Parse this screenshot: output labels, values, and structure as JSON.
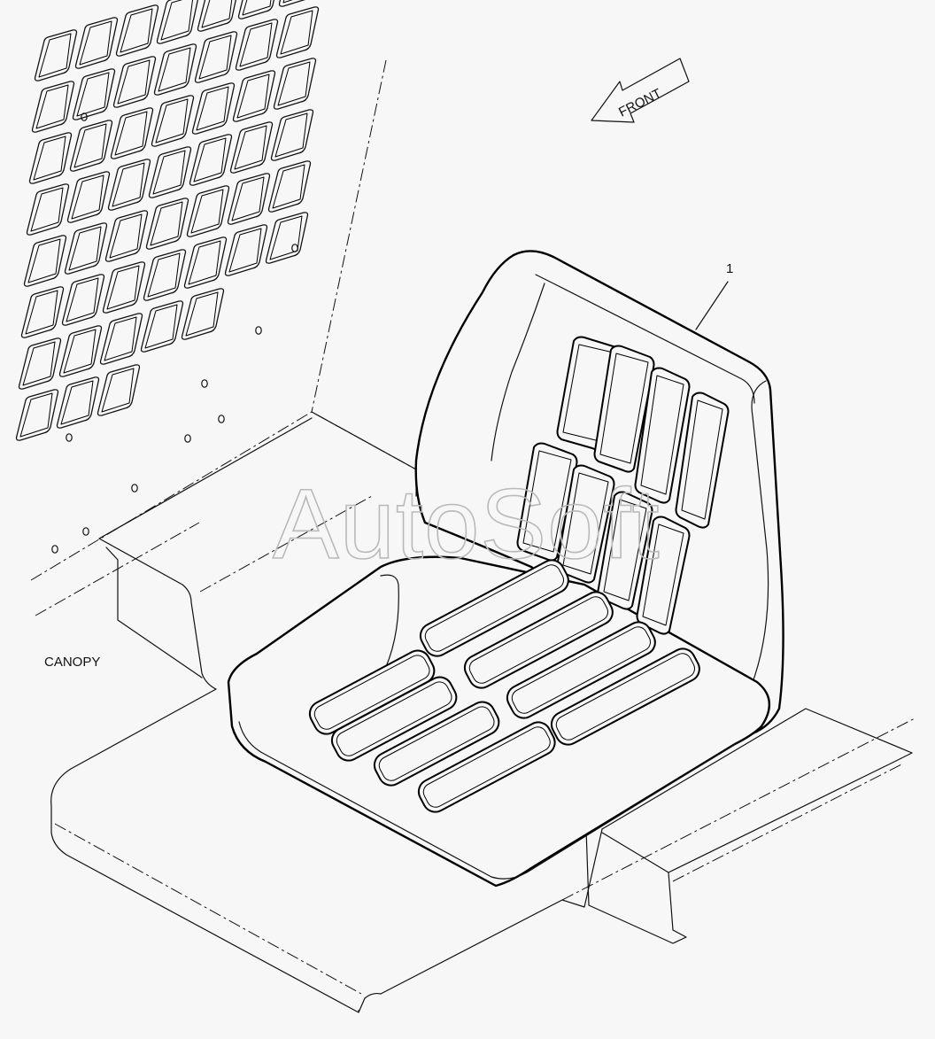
{
  "labels": {
    "front": "FRONT",
    "canopy": "CANOPY",
    "callout_1": "1"
  },
  "watermark": "AutoSoft"
}
